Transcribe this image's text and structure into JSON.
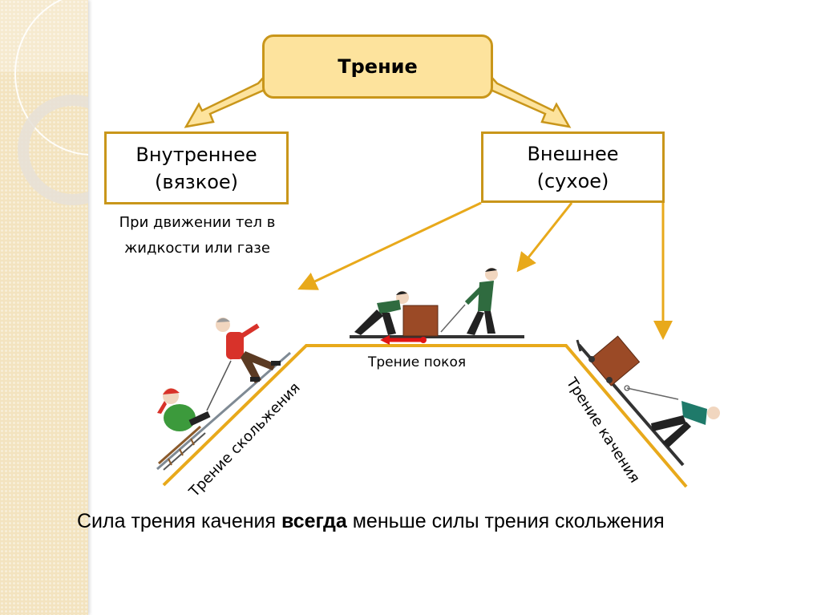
{
  "slide": {
    "root": {
      "label": "Трение"
    },
    "branches": [
      {
        "title_line1": "Внутреннее",
        "title_line2": "(вязкое)",
        "note_line1": "При движении тел в",
        "note_line2": "жидкости или газе"
      },
      {
        "title_line1": "Внешнее",
        "title_line2": "(сухое)"
      }
    ],
    "labels": {
      "sliding": "Трение скольжения",
      "static": "Трение покоя",
      "rolling": "Трение качения"
    },
    "conclusion": {
      "before": "Сила трения качения ",
      "emphasis": "всегда",
      "after": " меньше силы трения скольжения"
    },
    "illustrations": [
      {
        "name": "sled-pulling-uphill",
        "depicts": "sliding friction"
      },
      {
        "name": "box-push-pull",
        "depicts": "static friction"
      },
      {
        "name": "cart-pulled-uphill",
        "depicts": "rolling friction"
      }
    ]
  },
  "colors": {
    "accent": "#e8a91b",
    "box_border": "#c9961a",
    "root_fill": "#fde39d",
    "force_arrow": "#e01515",
    "sidebar": "#f3e3bf"
  }
}
